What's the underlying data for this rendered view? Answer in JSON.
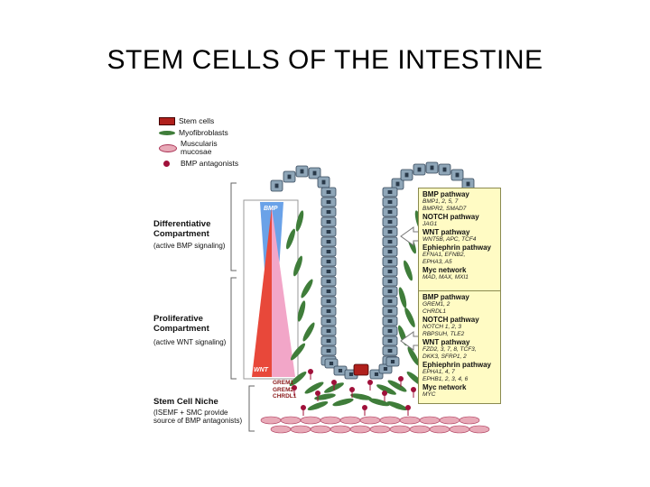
{
  "title": "STEM CELLS OF THE INTESTINE",
  "legend": [
    {
      "label": "Stem cells",
      "icon": "stem-cell-icon"
    },
    {
      "label": "Myofibroblasts",
      "icon": "myofibroblast-icon"
    },
    {
      "label": "Muscularis mucosae",
      "icon": "muscularis-icon"
    },
    {
      "label": "BMP antagonists",
      "icon": "bmp-antagonist-icon"
    }
  ],
  "compartments": {
    "differentiative": {
      "title": "Differentiative Compartment",
      "subtitle": "(active BMP signaling)"
    },
    "proliferative": {
      "title": "Proliferative Compartment",
      "subtitle": "(active WNT signaling)"
    },
    "niche": {
      "title": "Stem Cell Niche",
      "subtitle": "(ISEMF + SMC provide source of BMP antagonists)"
    }
  },
  "gradients": {
    "bmp_label": "BMP",
    "wnt_label": "WNT",
    "antagonists": [
      "GREM1",
      "GREM2",
      "CHRDL1"
    ]
  },
  "upper_pathways": [
    {
      "name": "BMP pathway",
      "genes": [
        "BMP1, 2, 5, 7",
        "BMPR2, SMAD7"
      ]
    },
    {
      "name": "NOTCH pathway",
      "genes": [
        "JAG1"
      ]
    },
    {
      "name": "WNT pathway",
      "genes": [
        "WNT5B, APC, TCF4"
      ]
    },
    {
      "name": "Ephiephrin pathway",
      "genes": [
        "EFNA1, EFNB2,",
        "EPHA3, A5"
      ]
    },
    {
      "name": "Myc network",
      "genes": [
        "MAD, MAX, MXI1"
      ]
    }
  ],
  "lower_pathways": [
    {
      "name": "BMP pathway",
      "genes": [
        "GREM1, 2",
        "CHRDL1"
      ]
    },
    {
      "name": "NOTCH pathway",
      "genes": [
        "NOTCH 1, 2, 3",
        "RBPSUH, TLE2"
      ]
    },
    {
      "name": "WNT pathway",
      "genes": [
        "FZD2, 3, 7, 8, TCF3,",
        "DKK3, SFRP1, 2"
      ]
    },
    {
      "name": "Ephiephrin pathway",
      "genes": [
        "EPHA1, 4, 7",
        "EPHB1, 2, 3, 4, 6"
      ]
    },
    {
      "name": "Myc network",
      "genes": [
        "MYC"
      ]
    }
  ],
  "colors": {
    "bmp": "#6aa2e8",
    "wnt": "#e8483a",
    "antagonist": "#f2a6c8",
    "crypt_cell": "#8fa6b8",
    "stem_cell": "#b0201c",
    "myofibroblast": "#3f7d3a",
    "box_fill": "#fffbc4"
  }
}
